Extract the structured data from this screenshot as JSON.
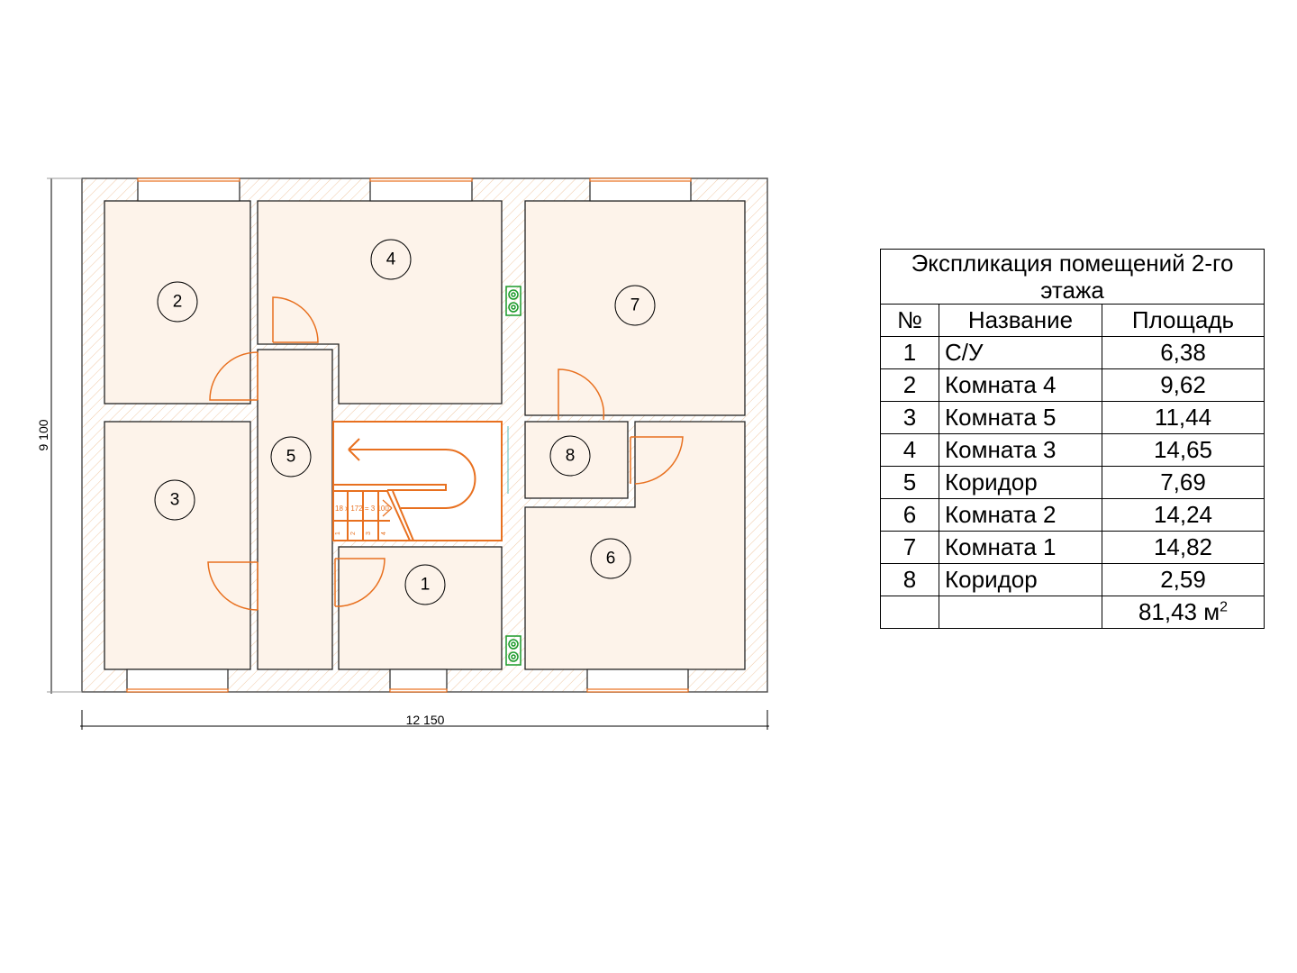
{
  "plan": {
    "dimensions": {
      "width": "12 150",
      "height": "9 100"
    },
    "stair_note": "18 x 172 = 3 100",
    "stair_steps": [
      "1",
      "2",
      "3",
      "4"
    ],
    "room_markers": [
      "1",
      "2",
      "3",
      "4",
      "5",
      "6",
      "7",
      "8"
    ]
  },
  "table": {
    "title": "Экспликация помещений 2-го этажа",
    "headers": [
      "№",
      "Название",
      "Площадь"
    ],
    "rows": [
      {
        "n": "1",
        "name": "С/У",
        "area": "6,38"
      },
      {
        "n": "2",
        "name": "Комната 4",
        "area": "9,62"
      },
      {
        "n": "3",
        "name": "Комната 5",
        "area": "11,44"
      },
      {
        "n": "4",
        "name": "Комната 3",
        "area": "14,65"
      },
      {
        "n": "5",
        "name": "Коридор",
        "area": "7,69"
      },
      {
        "n": "6",
        "name": "Комната 2",
        "area": "14,24"
      },
      {
        "n": "7",
        "name": "Комната 1",
        "area": "14,82"
      },
      {
        "n": "8",
        "name": "Коридор",
        "area": "2,59"
      }
    ],
    "total": "81,43 м",
    "total_sup": "2"
  },
  "colors": {
    "room": "#fdf3ea",
    "wall_hatch": "#f0c9a6",
    "accent": "#e8701f",
    "vent": "#1a9a2a"
  }
}
